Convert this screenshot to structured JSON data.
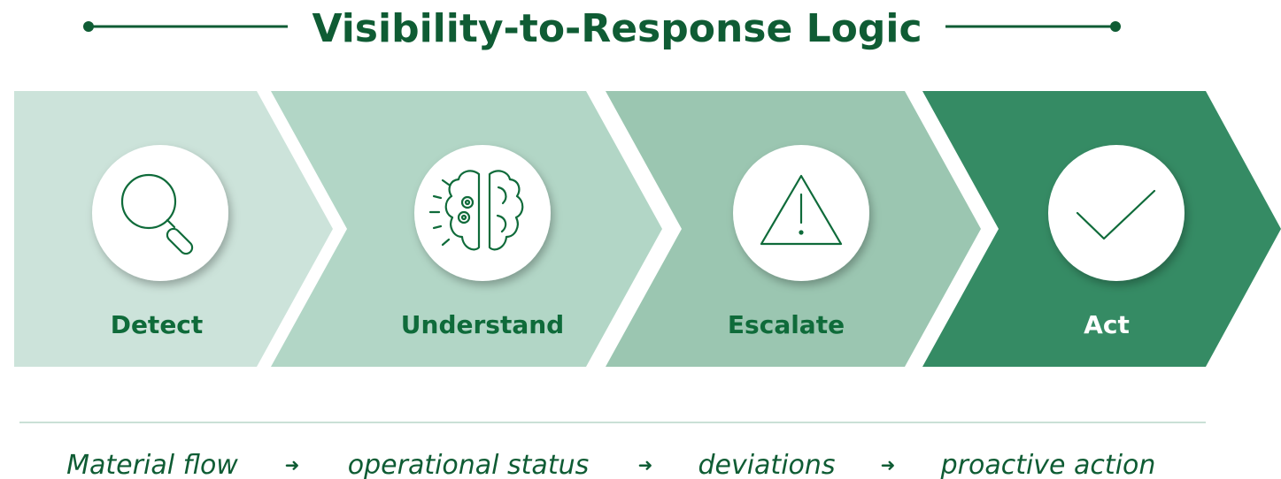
{
  "title": "Visibility-to-Response Logic",
  "steps": [
    {
      "label": "Detect",
      "icon": "magnifier-icon",
      "fill": "#cce3da",
      "label_color": "#0f6b3a"
    },
    {
      "label": "Understand",
      "icon": "brain-gears-icon",
      "fill": "#b2d6c6",
      "label_color": "#0f6b3a"
    },
    {
      "label": "Escalate",
      "icon": "warning-icon",
      "fill": "#9bc6b1",
      "label_color": "#0f6b3a"
    },
    {
      "label": "Act",
      "icon": "checkmark-icon",
      "fill": "#358b64",
      "label_color": "#ffffff"
    }
  ],
  "flow": {
    "items": [
      "Material flow",
      "operational status",
      "deviations",
      "proactive action"
    ],
    "arrow": "➜"
  },
  "colors": {
    "accent": "#0f5c34",
    "icon_stroke": "#0f6b3a",
    "divider": "#b9d6c8"
  }
}
